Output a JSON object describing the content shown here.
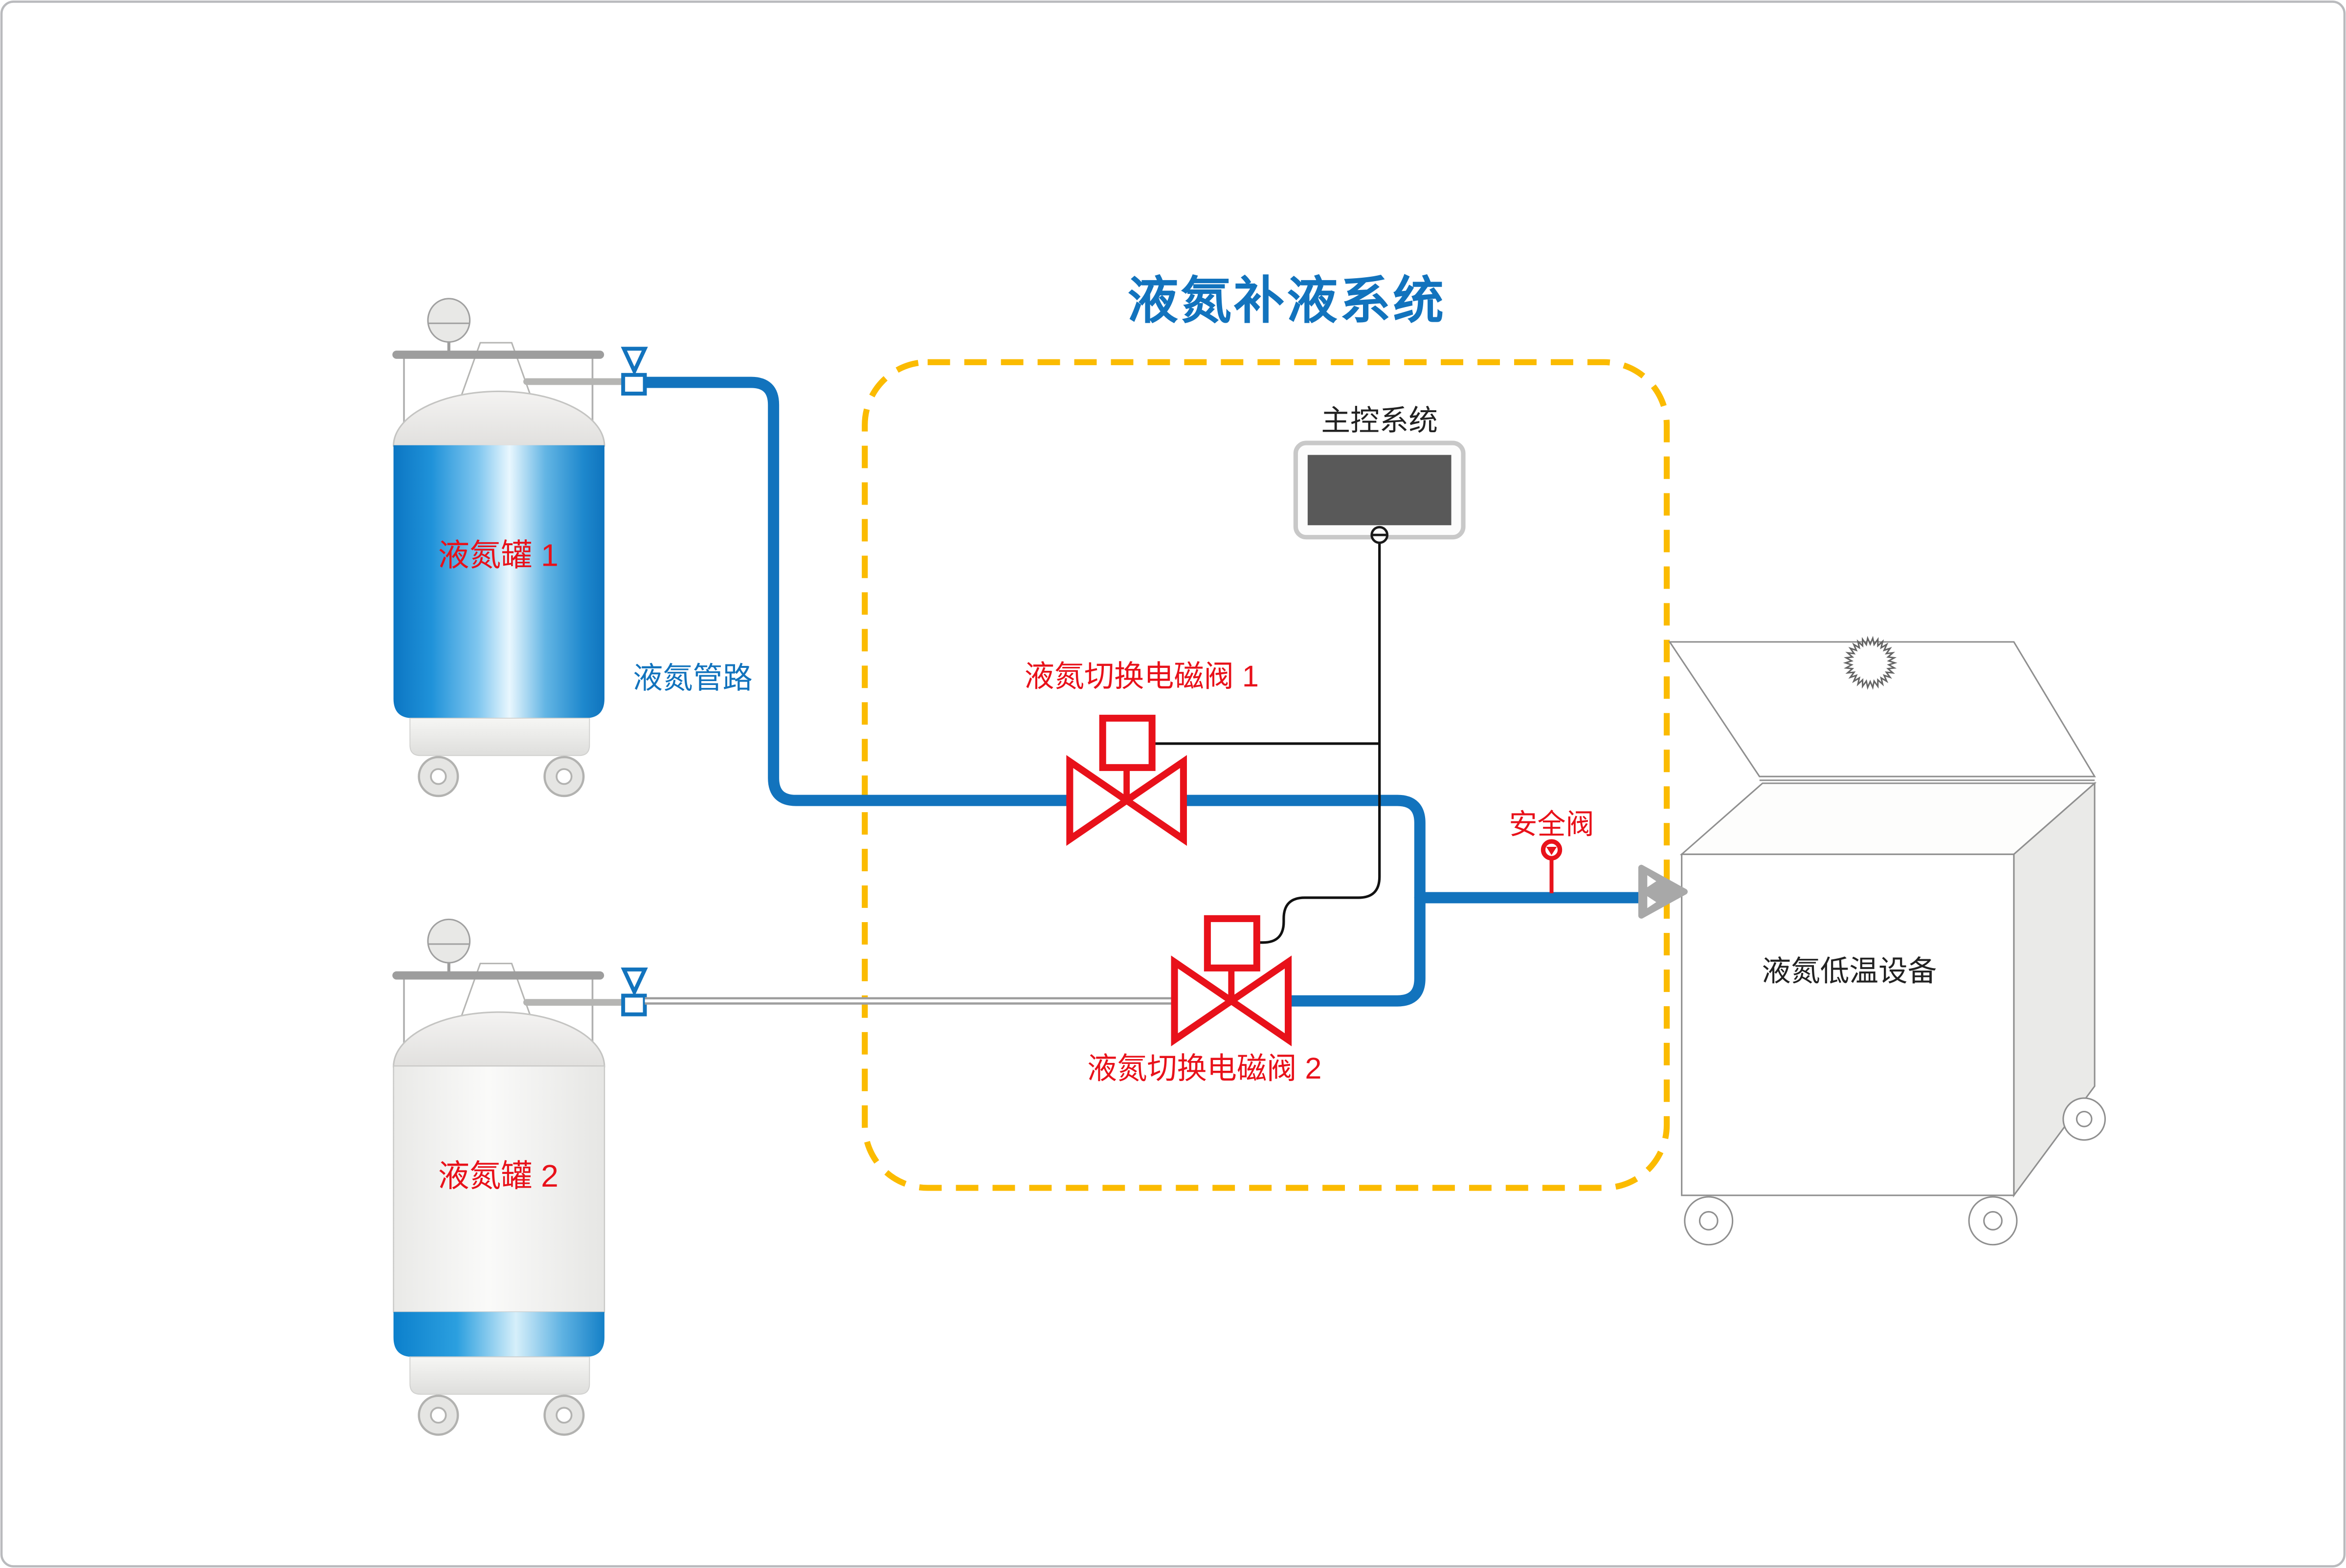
{
  "diagram": {
    "title": "液氮补液系统",
    "tank1": {
      "label": "液氮罐 1",
      "level": "full"
    },
    "tank2": {
      "label": "液氮罐 2",
      "level": "low"
    },
    "pipeline": {
      "label": "液氮管路"
    },
    "solenoid_valve1": {
      "label": "液氮切换电磁阀 1"
    },
    "solenoid_valve2": {
      "label": "液氮切换电磁阀 2"
    },
    "main_control": {
      "label": "主控系统"
    },
    "safety_valve": {
      "label": "安全阀"
    },
    "equipment": {
      "label": "液氮低温设备"
    },
    "colors": {
      "pipe_blue": "#1273BD",
      "label_red": "#E8111A",
      "boundary_yellow": "#FBBB00",
      "wire_black": "#111111",
      "arrow_gray": "#A8A8A8",
      "screen_gray": "#595959"
    }
  }
}
